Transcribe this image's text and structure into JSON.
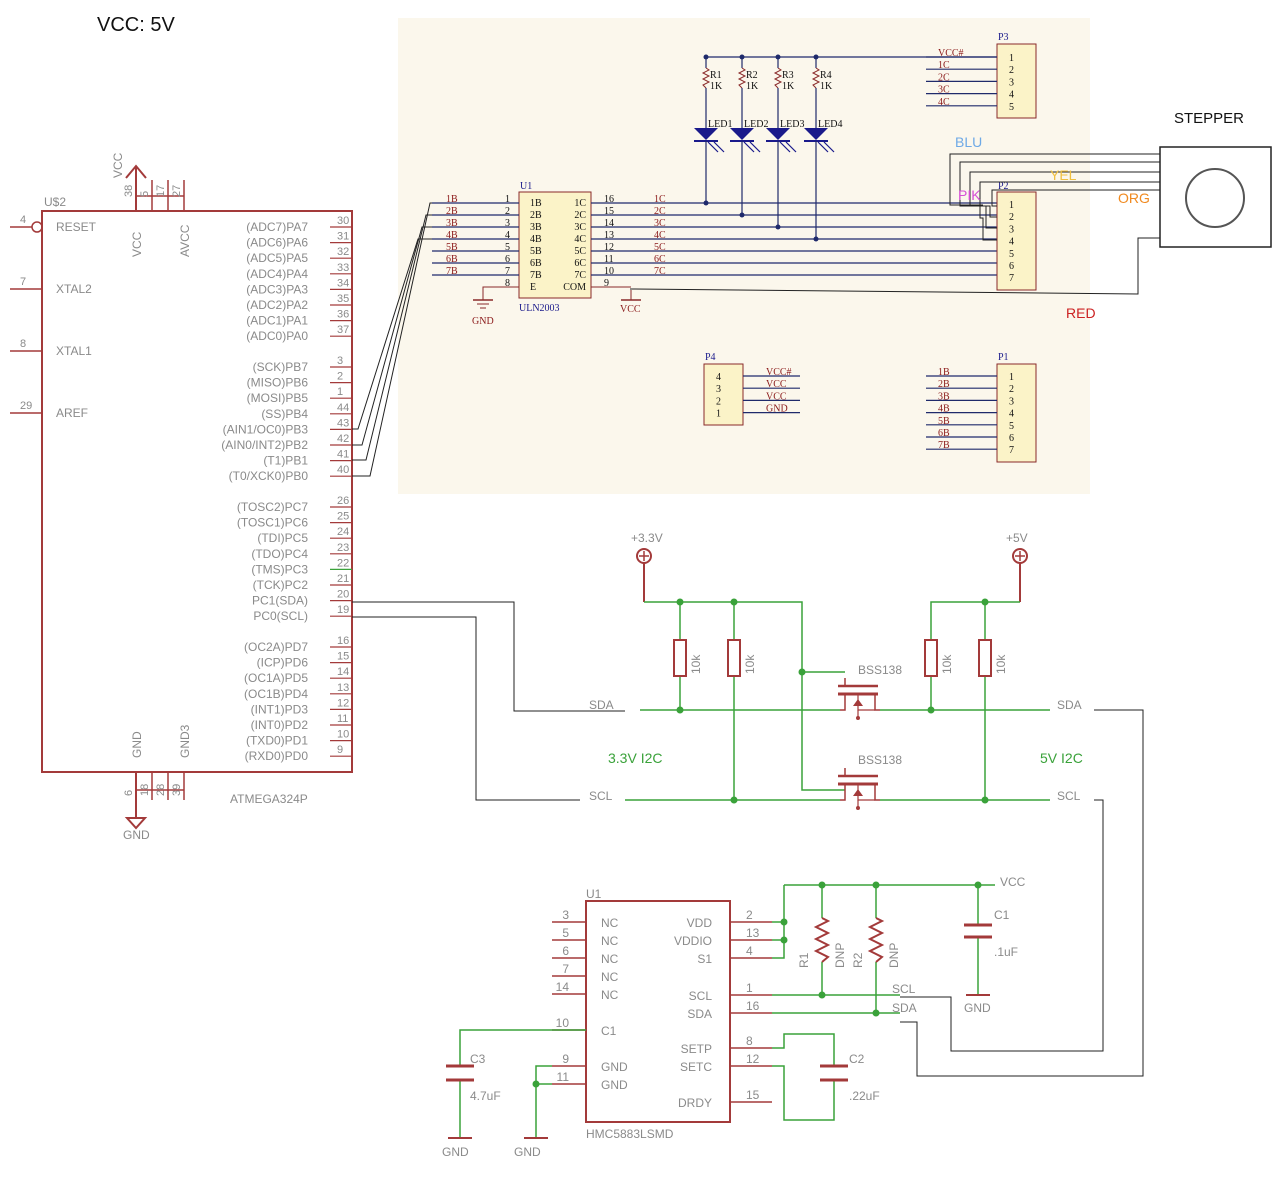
{
  "title": "VCC: 5V",
  "colors": {
    "part": "#a33a3a",
    "wire_black": "#222222",
    "wire_green": "#3aa23a",
    "wire_navy": "#1f2a6b",
    "panel_bg": "#fbf7ec",
    "text_gray": "#8a8a8a",
    "label_green": "#3aa23a",
    "blu": "#6ea9e6",
    "pik": "#d64fd6",
    "yel": "#f0c040",
    "org": "#f08a20",
    "red_wire": "#cc2222"
  },
  "mcu": {
    "ref": "U$2",
    "name": "ATMEGA324P",
    "vcc_label": "VCC",
    "gnd_label": "GND",
    "top_pins": [
      {
        "num": "38",
        "label": "VCC"
      },
      {
        "num": "5",
        "label": ""
      },
      {
        "num": "17",
        "label": ""
      },
      {
        "num": "27",
        "label": "AVCC"
      }
    ],
    "bottom_pins": [
      {
        "num": "6",
        "label": "GND"
      },
      {
        "num": "18",
        "label": ""
      },
      {
        "num": "28",
        "label": ""
      },
      {
        "num": "39",
        "label": "GND3"
      }
    ],
    "left_pins": [
      {
        "num": "4",
        "label": "RESET"
      },
      {
        "num": "7",
        "label": "XTAL2"
      },
      {
        "num": "8",
        "label": "XTAL1"
      },
      {
        "num": "29",
        "label": "AREF"
      }
    ],
    "right_pins": [
      {
        "num": "30",
        "label": "(ADC7)PA7"
      },
      {
        "num": "31",
        "label": "(ADC6)PA6"
      },
      {
        "num": "32",
        "label": "(ADC5)PA5"
      },
      {
        "num": "33",
        "label": "(ADC4)PA4"
      },
      {
        "num": "34",
        "label": "(ADC3)PA3"
      },
      {
        "num": "35",
        "label": "(ADC2)PA2"
      },
      {
        "num": "36",
        "label": "(ADC1)PA1"
      },
      {
        "num": "37",
        "label": "(ADC0)PA0"
      },
      {
        "num": "3",
        "label": "(SCK)PB7"
      },
      {
        "num": "2",
        "label": "(MISO)PB6"
      },
      {
        "num": "1",
        "label": "(MOSI)PB5"
      },
      {
        "num": "44",
        "label": "(SS)PB4"
      },
      {
        "num": "43",
        "label": "(AIN1/OC0)PB3"
      },
      {
        "num": "42",
        "label": "(AIN0/INT2)PB2"
      },
      {
        "num": "41",
        "label": "(T1)PB1"
      },
      {
        "num": "40",
        "label": "(T0/XCK0)PB0"
      },
      {
        "num": "26",
        "label": "(TOSC2)PC7"
      },
      {
        "num": "25",
        "label": "(TOSC1)PC6"
      },
      {
        "num": "24",
        "label": "(TDI)PC5"
      },
      {
        "num": "23",
        "label": "(TDO)PC4"
      },
      {
        "num": "22",
        "label": "(TMS)PC3"
      },
      {
        "num": "21",
        "label": "(TCK)PC2"
      },
      {
        "num": "20",
        "label": "PC1(SDA)"
      },
      {
        "num": "19",
        "label": "PC0(SCL)"
      },
      {
        "num": "16",
        "label": "(OC2A)PD7"
      },
      {
        "num": "15",
        "label": "(ICP)PD6"
      },
      {
        "num": "14",
        "label": "(OC1A)PD5"
      },
      {
        "num": "13",
        "label": "(OC1B)PD4"
      },
      {
        "num": "12",
        "label": "(INT1)PD3"
      },
      {
        "num": "11",
        "label": "(INT0)PD2"
      },
      {
        "num": "10",
        "label": "(TXD0)PD1"
      },
      {
        "num": "9",
        "label": "(RXD0)PD0"
      }
    ]
  },
  "driver": {
    "ref": "U1",
    "name": "ULN2003",
    "left_pins": [
      {
        "net": "1B",
        "label": "1B",
        "num": "1"
      },
      {
        "net": "2B",
        "label": "2B",
        "num": "2"
      },
      {
        "net": "3B",
        "label": "3B",
        "num": "3"
      },
      {
        "net": "4B",
        "label": "4B",
        "num": "4"
      },
      {
        "net": "5B",
        "label": "5B",
        "num": "5"
      },
      {
        "net": "6B",
        "label": "6B",
        "num": "6"
      },
      {
        "net": "7B",
        "label": "7B",
        "num": "7"
      },
      {
        "net": "",
        "label": "E",
        "num": "8"
      }
    ],
    "right_pins": [
      {
        "net": "1C",
        "label": "1C",
        "num": "16"
      },
      {
        "net": "2C",
        "label": "2C",
        "num": "15"
      },
      {
        "net": "3C",
        "label": "3C",
        "num": "14"
      },
      {
        "net": "4C",
        "label": "4C",
        "num": "13"
      },
      {
        "net": "5C",
        "label": "5C",
        "num": "12"
      },
      {
        "net": "6C",
        "label": "6C",
        "num": "11"
      },
      {
        "net": "7C",
        "label": "7C",
        "num": "10"
      },
      {
        "net": "",
        "label": "COM",
        "num": "9"
      }
    ],
    "gnd_label": "GND",
    "vcc_label": "VCC"
  },
  "resistors_led": [
    {
      "ref": "R1",
      "value": "1K",
      "led": "LED1"
    },
    {
      "ref": "R2",
      "value": "1K",
      "led": "LED2"
    },
    {
      "ref": "R3",
      "value": "1K",
      "led": "LED3"
    },
    {
      "ref": "R4",
      "value": "1K",
      "led": "LED4"
    }
  ],
  "headers": {
    "p3": {
      "ref": "P3",
      "nets": [
        "VCC#",
        "1C",
        "2C",
        "3C",
        "4C"
      ],
      "pins": [
        "1",
        "2",
        "3",
        "4",
        "5"
      ]
    },
    "p2": {
      "ref": "P2",
      "pins": [
        "1",
        "2",
        "3",
        "4",
        "5",
        "6",
        "7"
      ]
    },
    "p4": {
      "ref": "P4",
      "nets": [
        "VCC#",
        "VCC",
        "VCC",
        "GND"
      ],
      "pins": [
        "4",
        "3",
        "2",
        "1"
      ]
    },
    "p1": {
      "ref": "P1",
      "nets": [
        "1B",
        "2B",
        "3B",
        "4B",
        "5B",
        "6B",
        "7B"
      ],
      "pins": [
        "1",
        "2",
        "3",
        "4",
        "5",
        "6",
        "7"
      ]
    }
  },
  "stepper": {
    "label": "STEPPER",
    "wires": [
      {
        "name": "BLU",
        "color": "#6ea9e6"
      },
      {
        "name": "PIK",
        "color": "#d64fd6"
      },
      {
        "name": "YEL",
        "color": "#f0c040"
      },
      {
        "name": "ORG",
        "color": "#f08a20"
      },
      {
        "name": "RED",
        "color": "#cc2222"
      }
    ]
  },
  "level_shifter": {
    "rail_low": "+3.3V",
    "rail_high": "+5V",
    "resistor_value": "10k",
    "mosfet": "BSS138",
    "sda": "SDA",
    "scl": "SCL",
    "low_label": "3.3V I2C",
    "high_label": "5V I2C"
  },
  "magnetometer": {
    "ref": "U1",
    "name": "HMC5883LSMD",
    "left_pins": [
      {
        "num": "3",
        "label": "NC"
      },
      {
        "num": "5",
        "label": "NC"
      },
      {
        "num": "6",
        "label": "NC"
      },
      {
        "num": "7",
        "label": "NC"
      },
      {
        "num": "14",
        "label": "NC"
      },
      {
        "num": "10",
        "label": "C1"
      },
      {
        "num": "9",
        "label": "GND"
      },
      {
        "num": "11",
        "label": "GND"
      }
    ],
    "right_pins": [
      {
        "num": "2",
        "label": "VDD"
      },
      {
        "num": "13",
        "label": "VDDIO"
      },
      {
        "num": "4",
        "label": "S1"
      },
      {
        "num": "1",
        "label": "SCL"
      },
      {
        "num": "16",
        "label": "SDA"
      },
      {
        "num": "8",
        "label": "SETP"
      },
      {
        "num": "12",
        "label": "SETC"
      },
      {
        "num": "15",
        "label": "DRDY"
      }
    ],
    "r1": {
      "ref": "R1",
      "value": "DNP"
    },
    "r2": {
      "ref": "R2",
      "value": "DNP"
    },
    "c1": {
      "ref": "C1",
      "value": ".1uF"
    },
    "c2": {
      "ref": "C2",
      "value": ".22uF"
    },
    "c3": {
      "ref": "C3",
      "value": "4.7uF"
    },
    "vcc_label": "VCC",
    "scl_label": "SCL",
    "sda_label": "SDA",
    "gnd_label": "GND"
  }
}
